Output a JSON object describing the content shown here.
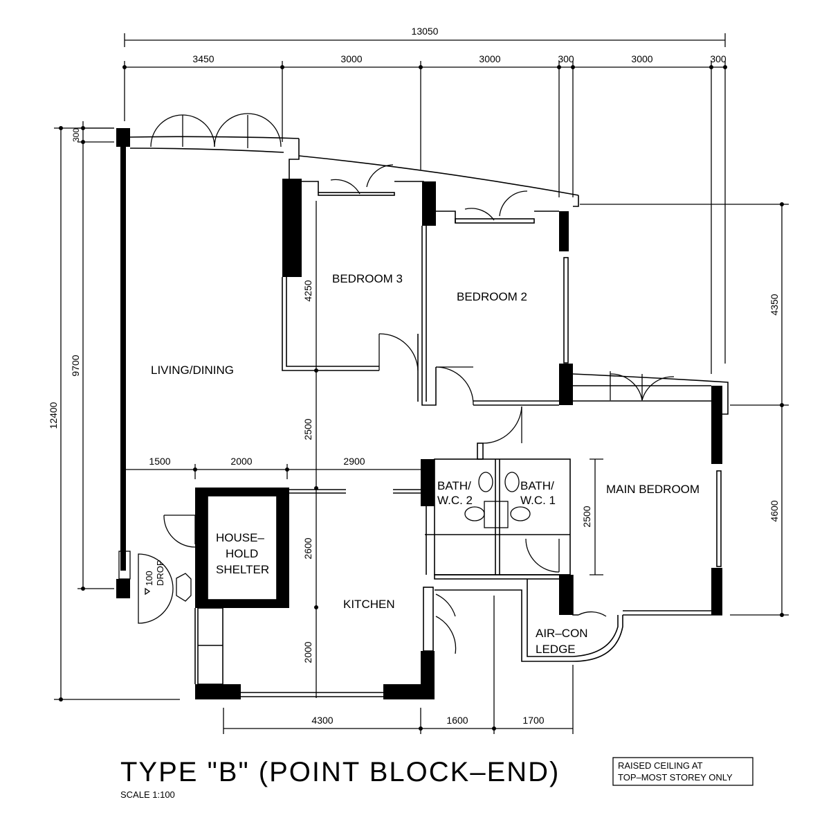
{
  "dimensions": {
    "overall_width": "13050",
    "top_segments": [
      "3450",
      "3000",
      "3000",
      "300",
      "3000",
      "300"
    ],
    "overall_depth": "12400",
    "left_300": "300",
    "left_9700": "9700",
    "bedroom3_depth": "4250",
    "living_2500": "2500",
    "living_row": [
      "1500",
      "2000",
      "2900"
    ],
    "kitchen_2600": "2600",
    "kitchen_2000": "2000",
    "bath_2500": "2500",
    "right_4350": "4350",
    "right_4600": "4600",
    "bottom_segments": [
      "4300",
      "1600",
      "1700"
    ]
  },
  "rooms": {
    "living_dining": "LIVING/DINING",
    "bedroom3": "BEDROOM 3",
    "bedroom2": "BEDROOM 2",
    "main_bedroom": "MAIN BEDROOM",
    "kitchen": "KITCHEN",
    "shelter": [
      "HOUSE–",
      "HOLD",
      "SHELTER"
    ],
    "bath2": [
      "BATH/",
      "W.C. 2"
    ],
    "bath1": [
      "BATH/",
      "W.C. 1"
    ],
    "aircon": [
      "AIR–CON",
      "LEDGE"
    ],
    "drop": [
      "100",
      "DROP"
    ]
  },
  "title": "TYPE \"B\" (POINT BLOCK–END)",
  "scale": "SCALE 1:100",
  "note": [
    "RAISED CEILING AT",
    "TOP–MOST STOREY ONLY"
  ]
}
